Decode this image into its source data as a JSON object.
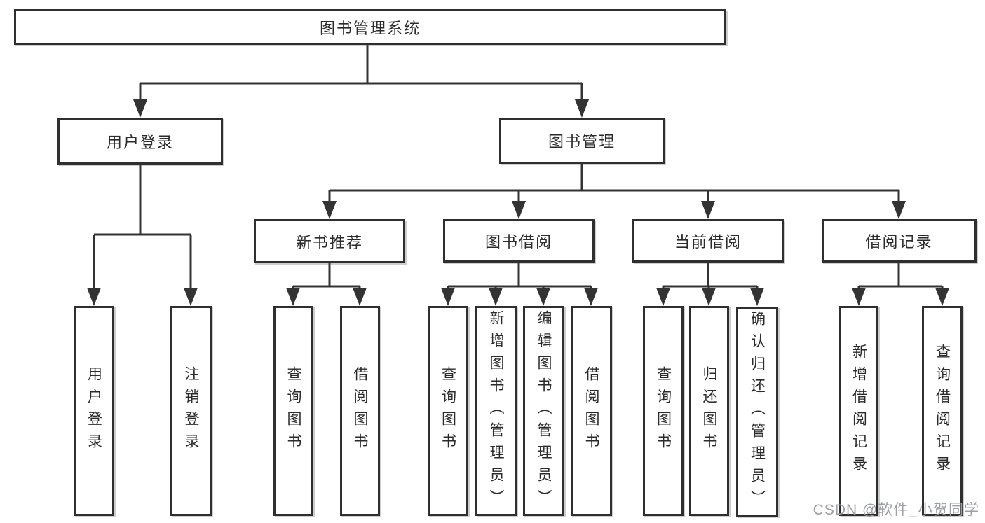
{
  "diagram": {
    "type": "tree",
    "root": {
      "label": "图书管理系统",
      "children": [
        {
          "label": "用户登录",
          "children": [
            {
              "label": "用户登录"
            },
            {
              "label": "注销登录"
            }
          ]
        },
        {
          "label": "图书管理",
          "children": [
            {
              "label": "新书推荐",
              "children": [
                {
                  "label": "查询图书"
                },
                {
                  "label": "借阅图书"
                }
              ]
            },
            {
              "label": "图书借阅",
              "children": [
                {
                  "label": "查询图书"
                },
                {
                  "label": "新增图书（管理员）"
                },
                {
                  "label": "编辑图书（管理员）"
                },
                {
                  "label": "借阅图书"
                }
              ]
            },
            {
              "label": "当前借阅",
              "children": [
                {
                  "label": "查询图书"
                },
                {
                  "label": "归还图书"
                },
                {
                  "label": "确认归还（管理员）"
                }
              ]
            },
            {
              "label": "借阅记录",
              "children": [
                {
                  "label": "新增借阅记录"
                },
                {
                  "label": "查询借阅记录"
                }
              ]
            }
          ]
        }
      ]
    }
  },
  "watermark": {
    "text": "CSDN @软件_小贺同学"
  },
  "colors": {
    "line": "#333333",
    "border": "#2f2f2f",
    "text": "#2b2b2b",
    "watermark": "#9b9fa3",
    "background": "#ffffff"
  }
}
